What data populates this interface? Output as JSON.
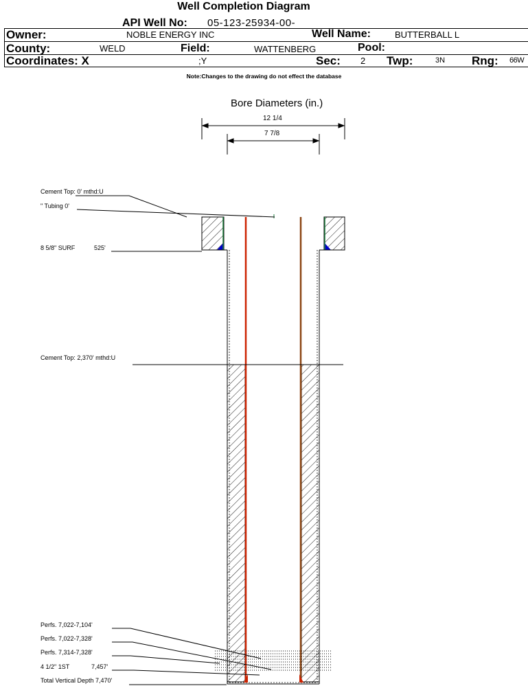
{
  "header": {
    "title": "Well Completion Diagram",
    "api_label": "API Well No:",
    "api_value": "05-123-25934-00-",
    "owner_label": "Owner:",
    "owner_value": "NOBLE ENERGY INC",
    "well_name_label": "Well Name:",
    "well_name_value": "BUTTERBALL L",
    "county_label": "County:",
    "county_value": "WELD",
    "field_label": "Field:",
    "field_value": "WATTENBERG",
    "pool_label": "Pool:",
    "pool_value": "",
    "coords_label": "Coordinates: X",
    "coords_value": ";Y",
    "sec_label": "Sec:",
    "sec_value": "2",
    "twp_label": "Twp:",
    "twp_value": "3N",
    "rng_label": "Rng:",
    "rng_value": "66W"
  },
  "note": "Note:Changes to the drawing do not effect the database",
  "diagram": {
    "bore_title": "Bore Diameters (in.)",
    "bore_outer": "12 1/4",
    "bore_inner": "7 7/8",
    "annotations": {
      "cement_top_surface": "Cement Top: 0' mthd:U",
      "tubing": "\" Tubing 0'",
      "surface_casing_name": "8 5/8\" SURF",
      "surface_casing_depth": "525'",
      "cement_top_production": "Cement Top: 2,370' mthd:U",
      "perf_1": "Perfs. 7,022-7,104'",
      "perf_2": "Perfs. 7,022-7,328'",
      "perf_3": "Perfs. 7,314-7,328'",
      "production_casing_name": "4 1/2\" 1ST",
      "production_casing_depth": "7,457'",
      "total_depth": "Total Vertical Depth 7,470'"
    },
    "colors": {
      "tubing_red": "#cc2200",
      "tubing_brown": "#8b4513",
      "seal_green": "#1a7a3a",
      "shoe_blue": "#0000cc"
    }
  }
}
